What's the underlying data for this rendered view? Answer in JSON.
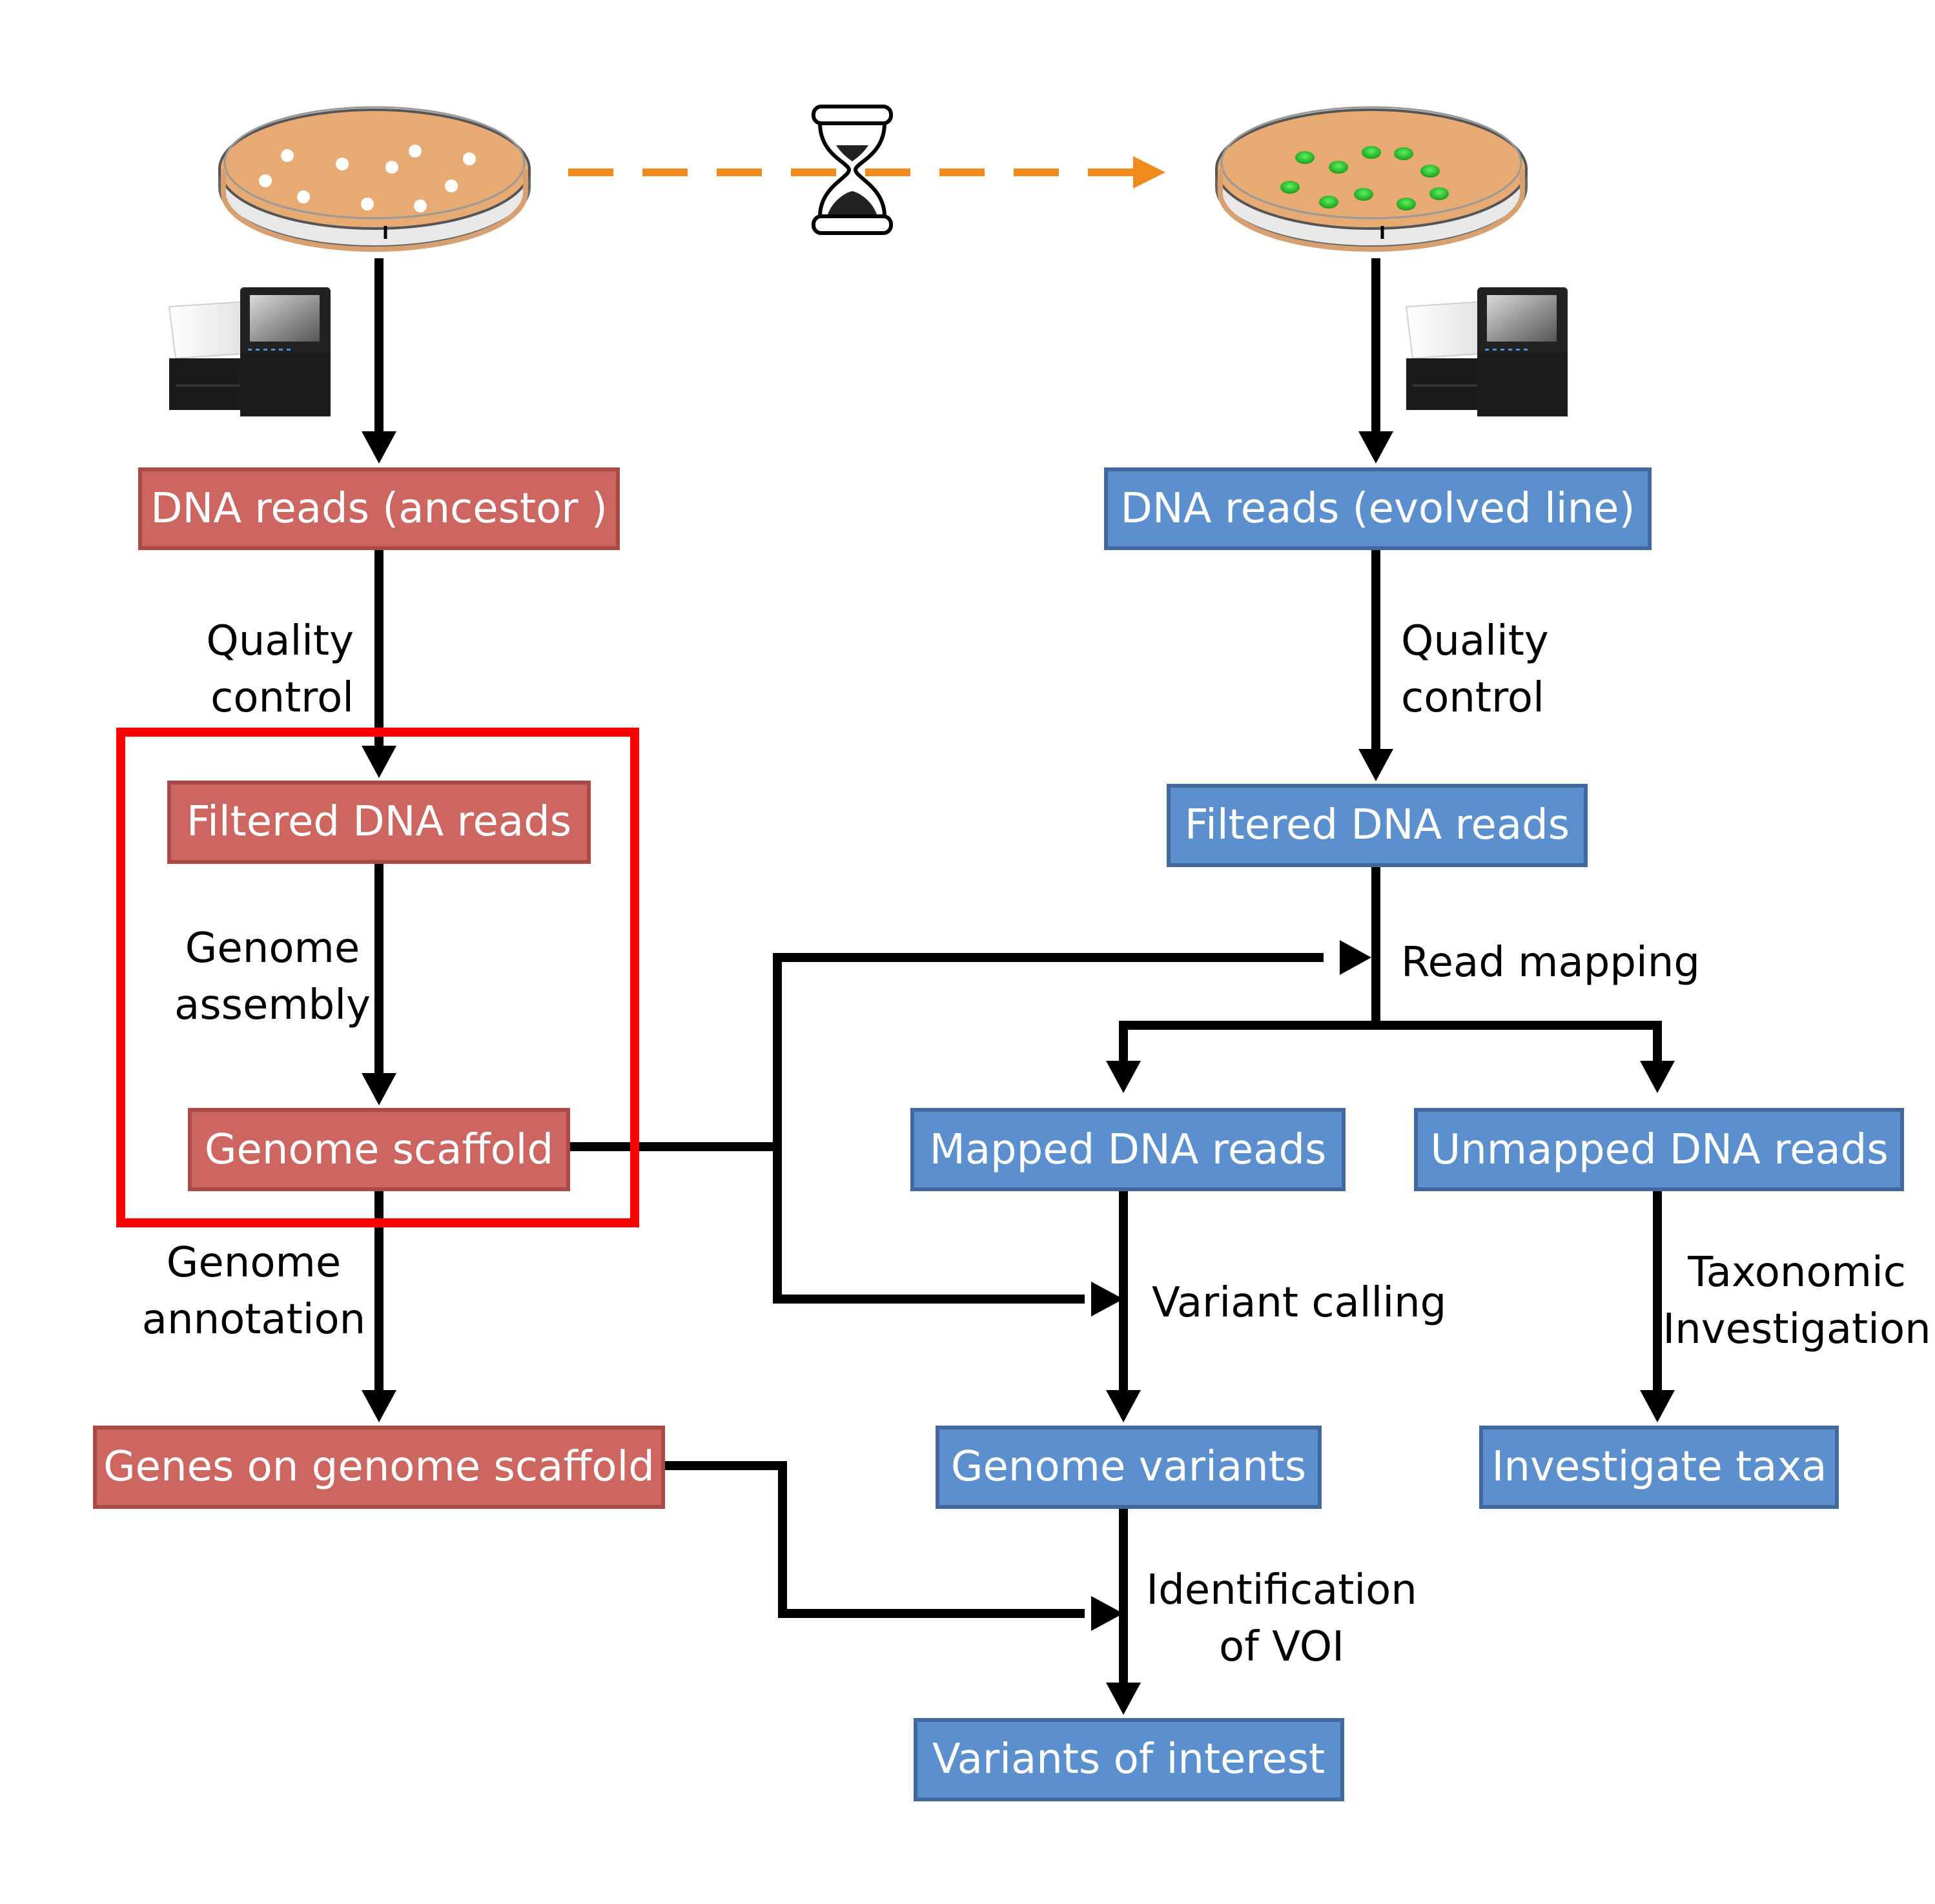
{
  "colors": {
    "ancestor_fill": "#cd6560",
    "ancestor_stroke": "#a94a46",
    "evolved_fill": "#5b8fcd",
    "evolved_stroke": "#41699d",
    "highlight": "#ff0000",
    "arrow": "#000000",
    "time_arrow": "#f08a1d",
    "agar": "#e8aa73",
    "ancestor_colony": "#ffffff",
    "evolved_colony": "#2ecc2e"
  },
  "icons": {
    "petri_ancestor": "petri-dish-icon",
    "petri_evolved": "petri-dish-icon",
    "hourglass": "hourglass-icon",
    "sequencer": "sequencer-icon"
  },
  "ancestor": {
    "reads": "DNA reads (ancestor )",
    "filtered": "Filtered DNA reads",
    "scaffold": "Genome scaffold",
    "genes": "Genes on genome scaffold",
    "qc_line1": "Quality",
    "qc_line2": "control",
    "assembly_line1": "Genome",
    "assembly_line2": "assembly",
    "annotation_line1": "Genome",
    "annotation_line2": "annotation"
  },
  "evolved": {
    "reads": "DNA reads (evolved  line)",
    "filtered": "Filtered DNA reads",
    "mapped": "Mapped DNA reads",
    "unmapped": "Unmapped DNA reads",
    "variants": "Genome variants",
    "taxa": "Investigate taxa",
    "voi": "Variants of interest",
    "qc_line1": "Quality",
    "qc_line2": "control",
    "read_mapping": "Read mapping",
    "variant_calling": "Variant calling",
    "taxonomic_line1": "Taxonomic",
    "taxonomic_line2": "Investigation",
    "identification_line1": "Identification",
    "identification_line2": "of VOI"
  }
}
